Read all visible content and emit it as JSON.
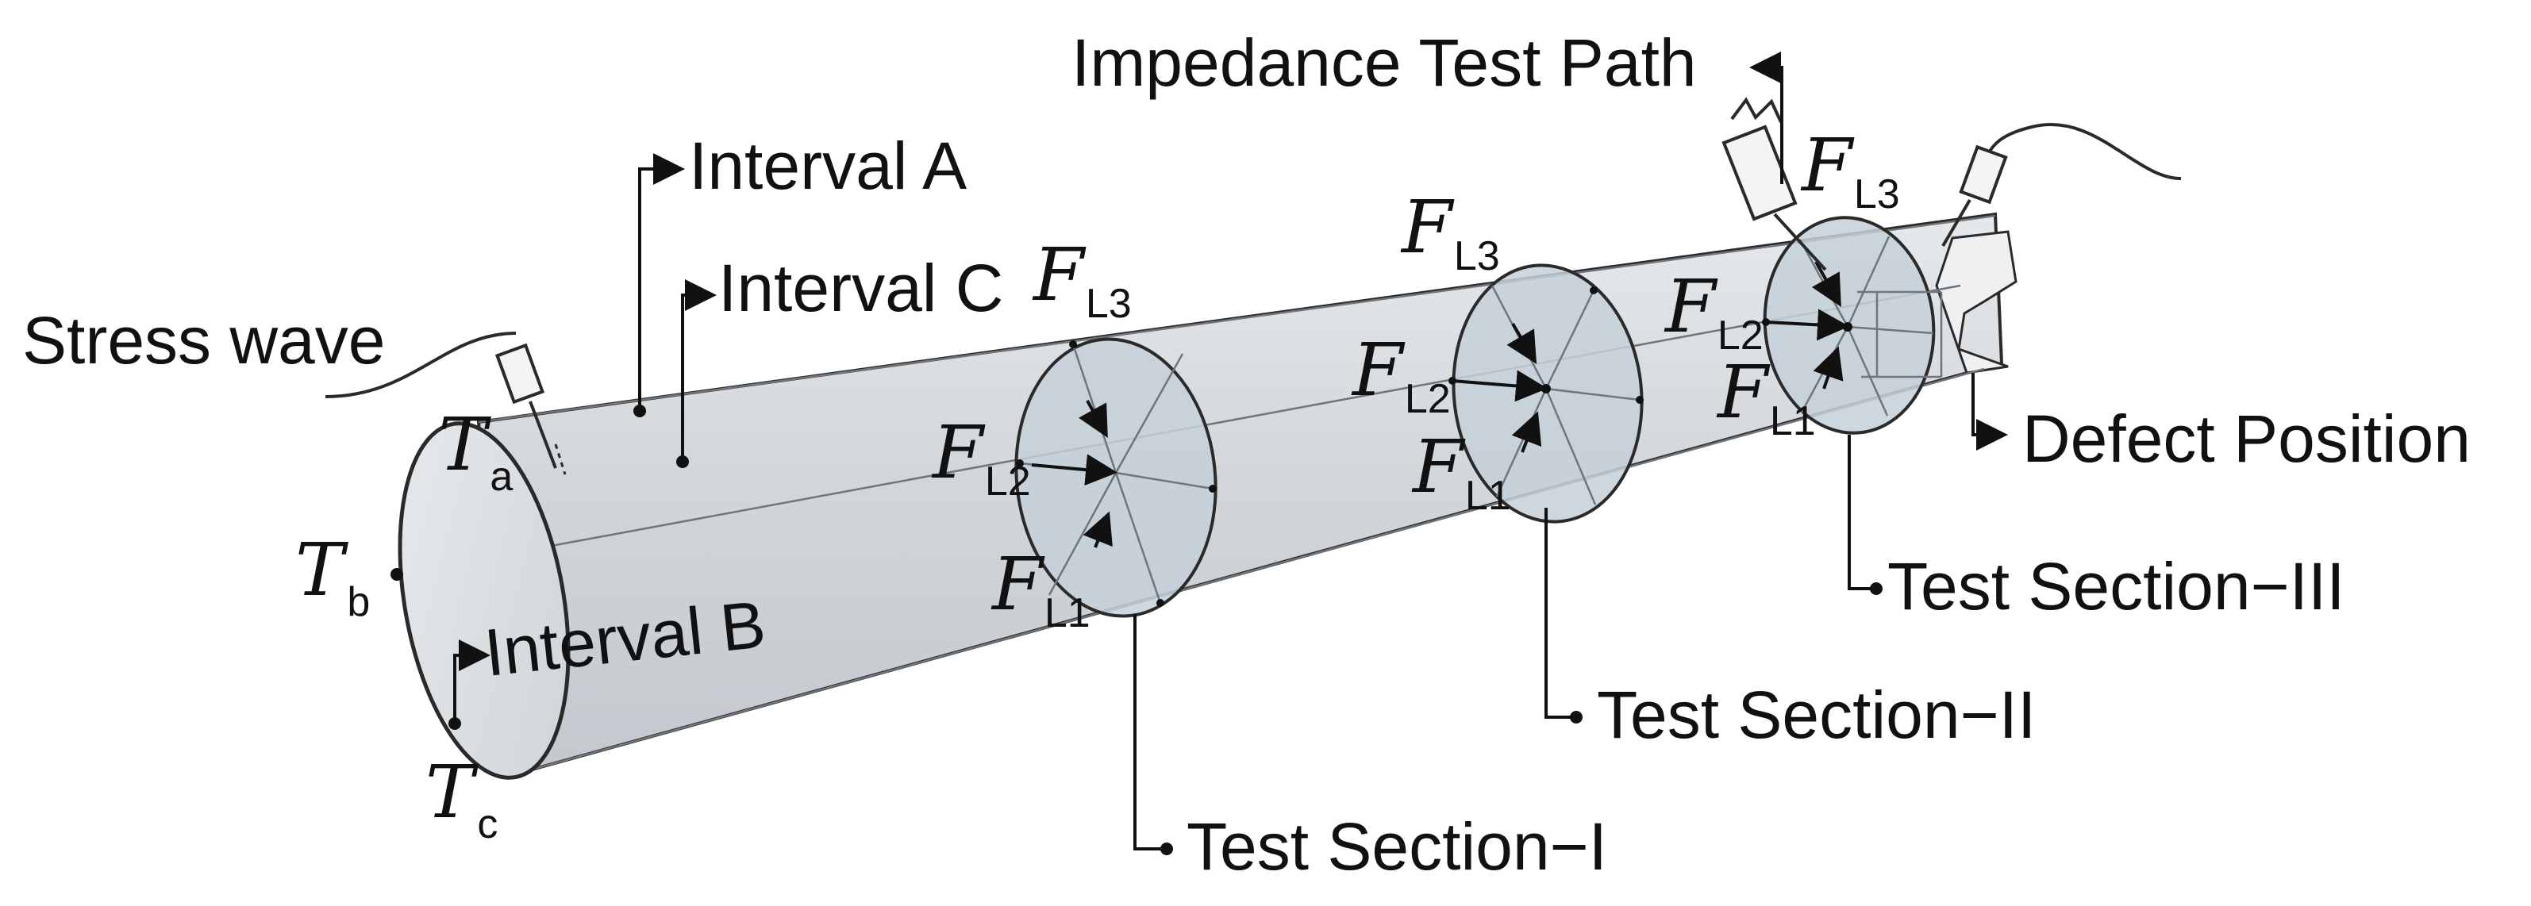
{
  "labels": {
    "stress_wave": "Stress wave",
    "impedance_test_path": "Impedance Test Path",
    "interval_a": "Interval A",
    "interval_b": "Interval B",
    "interval_c": "Interval C",
    "defect_position": "Defect Position",
    "test_section_1": "Test Section−I",
    "test_section_2": "Test Section−II",
    "test_section_3": "Test Section−III"
  },
  "transducers": {
    "ta": {
      "main": "T",
      "sub": "a"
    },
    "tb": {
      "main": "T",
      "sub": "b"
    },
    "tc": {
      "main": "T",
      "sub": "c"
    }
  },
  "forces": {
    "main": "F",
    "l1": "L1",
    "l2": "L2",
    "l3": "L3"
  },
  "colors": {
    "pipe_fill": "#d4d9dd",
    "section_fill": "#c3cdd6",
    "end_fill": "#dfe3e6",
    "ink": "#111111"
  }
}
